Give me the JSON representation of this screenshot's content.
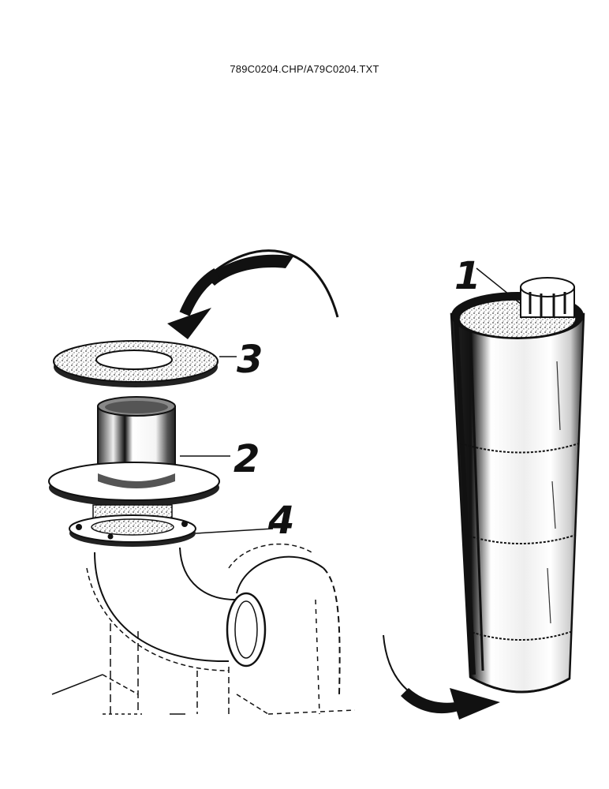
{
  "header": {
    "filename": "789C0204.CHP/A79C0204.TXT"
  },
  "callouts": {
    "filter_element": "1",
    "inlet_adapter": "2",
    "gasket_top": "3",
    "gasket_bottom": "4"
  },
  "colors": {
    "ink": "#111111",
    "paper": "#ffffff"
  }
}
